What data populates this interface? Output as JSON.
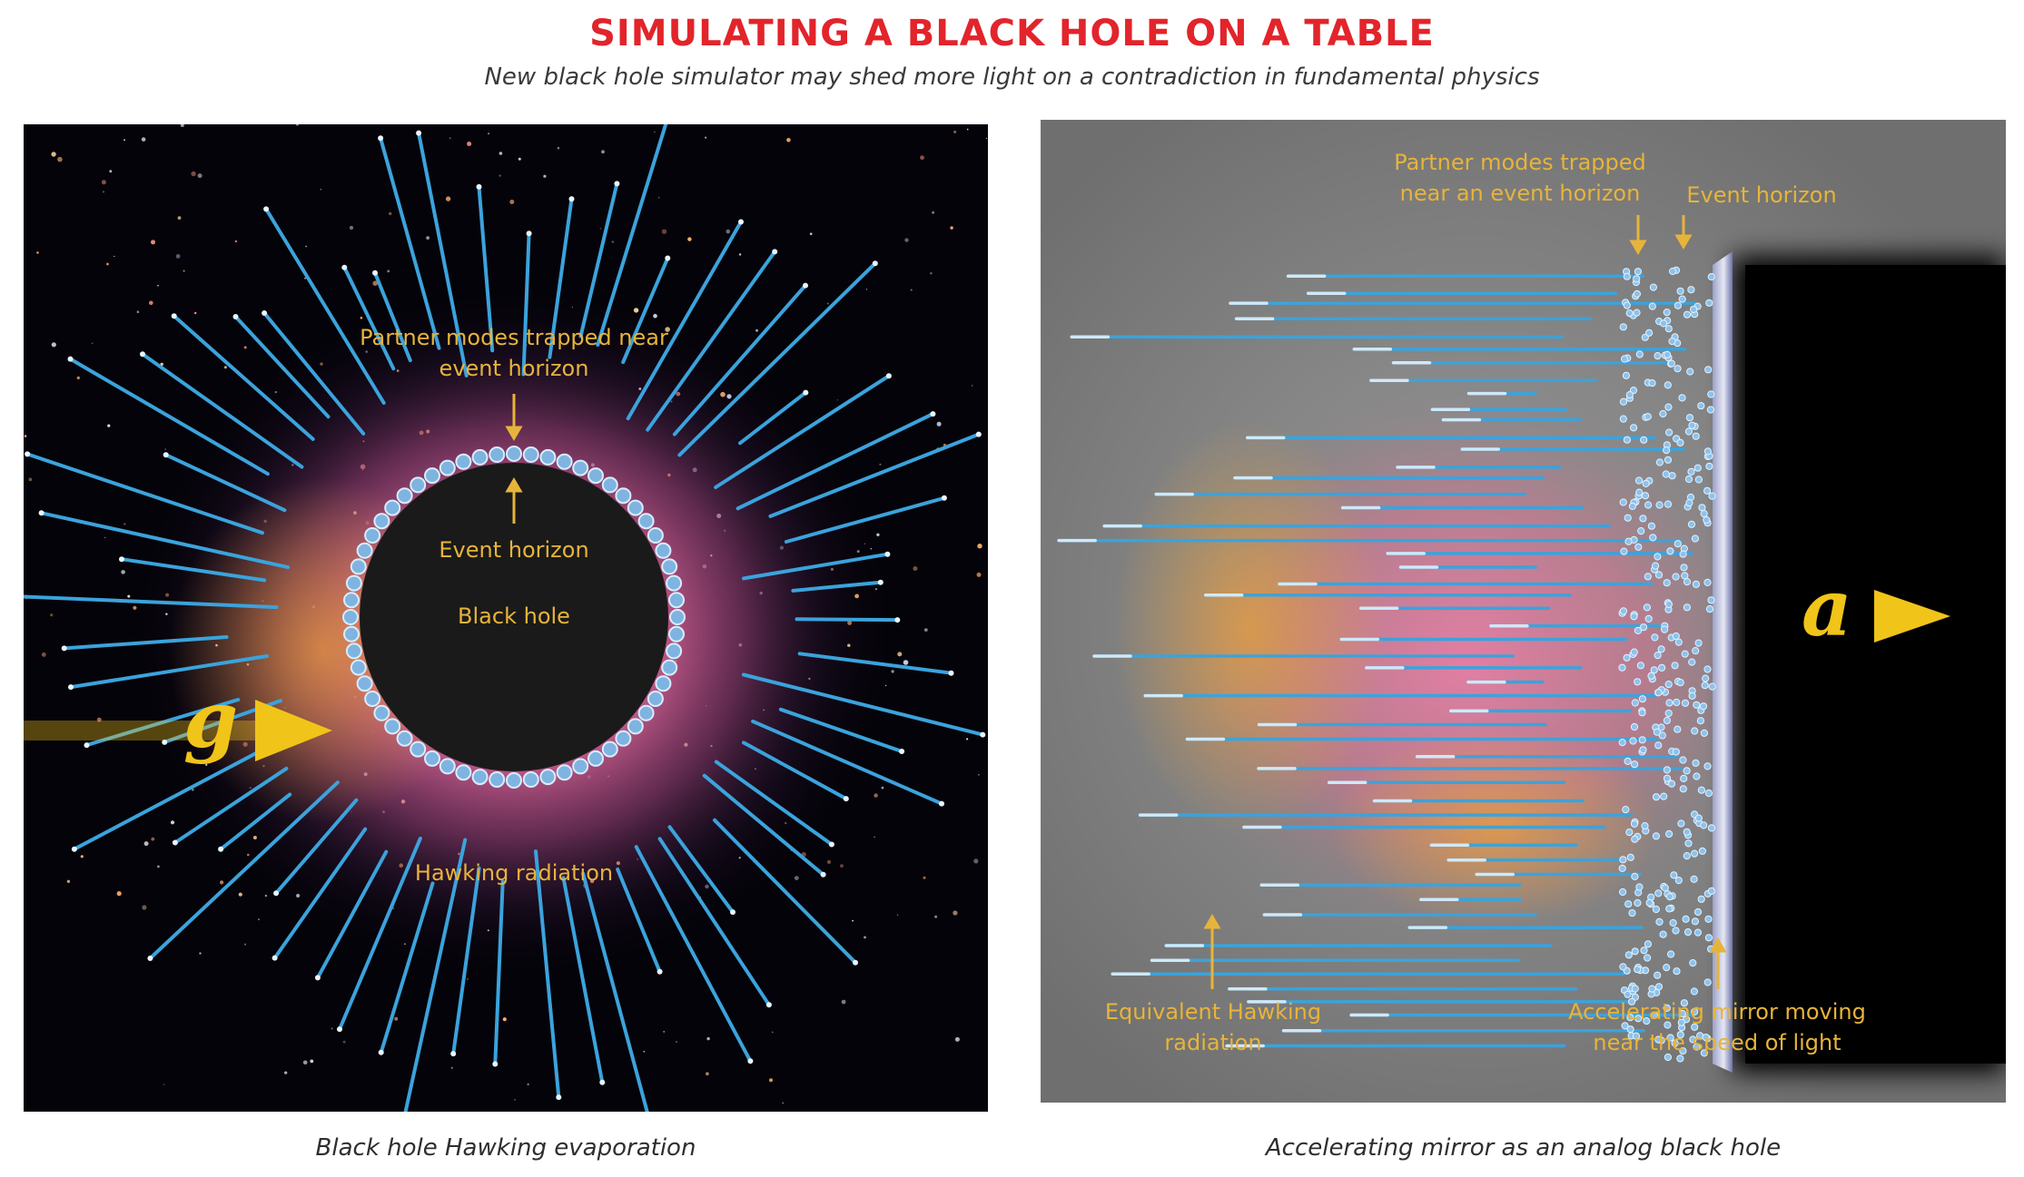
{
  "header": {
    "title": "SIMULATING A BLACK HOLE ON A TABLE",
    "subtitle": "New black hole simulator may shed more light on a contradiction in fundamental physics"
  },
  "left_panel": {
    "labels": {
      "partner_modes": "Partner modes trapped near\nevent horizon",
      "event_horizon": "Event horizon",
      "black_hole": "Black hole",
      "hawking_radiation": "Hawking radiation"
    },
    "symbol": "g",
    "caption": "Black hole Hawking evaporation"
  },
  "right_panel": {
    "labels": {
      "partner_modes": "Partner modes trapped\nnear an event horizon",
      "event_horizon": "Event horizon",
      "equivalent_radiation": "Equivalent Hawking\nradiation",
      "accelerating_mirror": "Accelerating mirror moving\nnear the speed of light"
    },
    "symbol": "a",
    "caption": "Accelerating mirror as an analog black hole"
  },
  "colors": {
    "title": "#e2242b",
    "label": "#e7b43a",
    "symbol": "#f0c419",
    "radiation": "#3ba3dc"
  }
}
